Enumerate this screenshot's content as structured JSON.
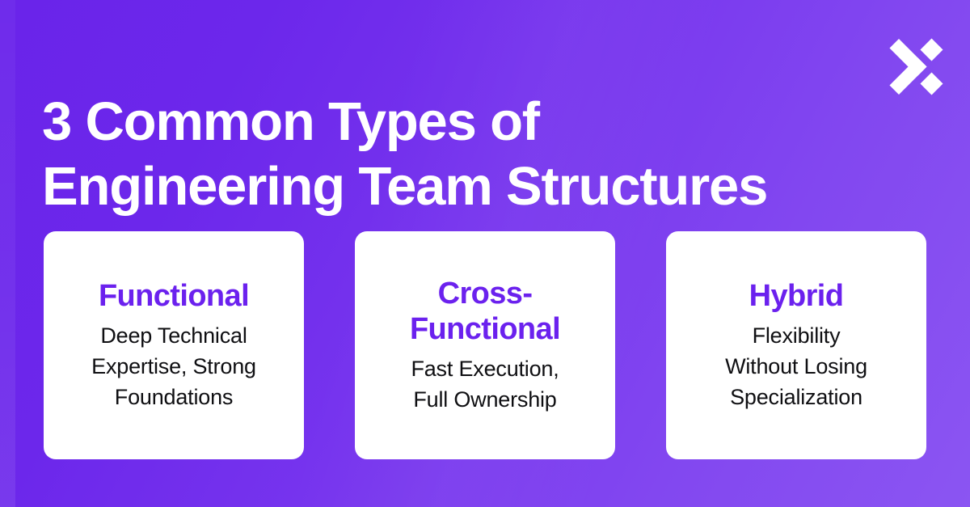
{
  "poster": {
    "background_gradient_from": "#6a24ea",
    "background_gradient_to": "#8b55f2",
    "title": "3 Common Types of\nEngineering Team Structures",
    "logo": {
      "name": "x-mark-logo",
      "color": "#ffffff"
    }
  },
  "cards": [
    {
      "heading": "Functional",
      "heading_color": "#6b21ee",
      "body": "Deep Technical\nExpertise, Strong\nFoundations",
      "body_color": "#0f0f12",
      "background": "#ffffff"
    },
    {
      "heading": "Cross-\nFunctional",
      "heading_color": "#6b21ee",
      "body": "Fast Execution,\nFull Ownership",
      "body_color": "#0f0f12",
      "background": "#ffffff"
    },
    {
      "heading": "Hybrid",
      "heading_color": "#6b21ee",
      "body": "Flexibility\nWithout Losing\nSpecialization",
      "body_color": "#0f0f12",
      "background": "#ffffff"
    }
  ]
}
